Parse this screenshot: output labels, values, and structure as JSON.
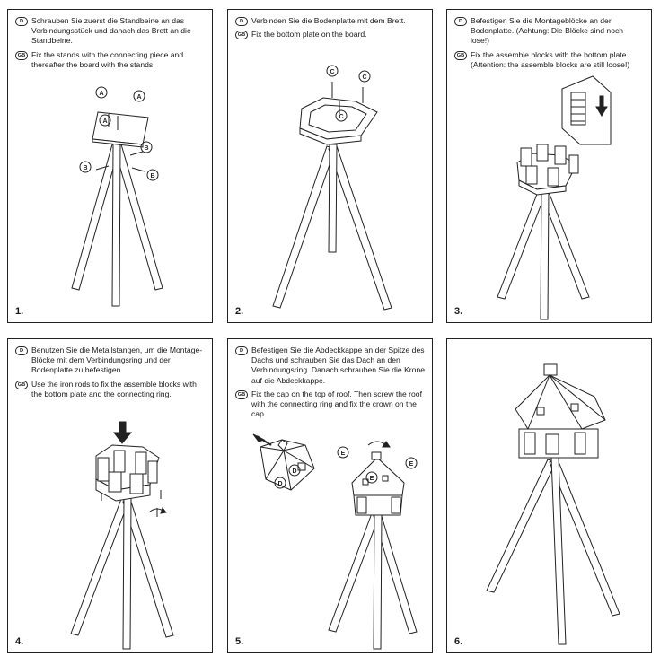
{
  "steps": [
    {
      "number": "1.",
      "de_badge": "D",
      "de_text": "Schrauben Sie zuerst die Standbeine an das Verbindungsstück und danach das Brett an die Standbeine.",
      "gb_badge": "GB",
      "gb_text": "Fix the stands with the connecting piece and thereafter the board with the stands.",
      "callouts": [
        "A",
        "A",
        "A",
        "B",
        "B",
        "B"
      ]
    },
    {
      "number": "2.",
      "de_badge": "D",
      "de_text": "Verbinden Sie die Bodenplatte mit dem Brett.",
      "gb_badge": "GB",
      "gb_text": "Fix the bottom plate on the board.",
      "callouts": [
        "C",
        "C",
        "C"
      ]
    },
    {
      "number": "3.",
      "de_badge": "D",
      "de_text": "Befestigen Sie die Montageblöcke an der Bodenplatte. (Achtung: Die Blöcke sind noch lose!)",
      "gb_badge": "GB",
      "gb_text": "Fix the assemble blocks with the bottom plate. (Attention: the assemble blocks are still loose!)"
    },
    {
      "number": "4.",
      "de_badge": "D",
      "de_text": "Benutzen Sie die Metallstangen, um die Montage-Blöcke mit dem Verbindungsring und der Bodenplatte zu befestigen.",
      "gb_badge": "GB",
      "gb_text": "Use the iron rods to fix the assemble blocks with the bottom plate and the connecting ring."
    },
    {
      "number": "5.",
      "de_badge": "D",
      "de_text": "Befestigen Sie die Abdeckkappe an der Spitze des Dachs und schrauben Sie das Dach an den Verbindungsring. Danach schrauben Sie die Krone auf die Abdeckkappe.",
      "gb_badge": "GB",
      "gb_text": "Fix the cap on the top of roof. Then screw the roof with the connecting ring and fix the crown on the cap.",
      "callouts": [
        "D",
        "D",
        "E",
        "E",
        "E"
      ]
    },
    {
      "number": "6."
    }
  ]
}
